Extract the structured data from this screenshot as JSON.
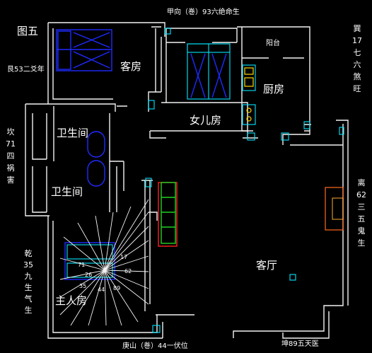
{
  "title": "图五",
  "edges": {
    "top": "甲向（巻）93六绝命生",
    "bottom_left": "庚山（巻）44一伏位",
    "bottom_right": "坤89五天医",
    "left_top": "艮53二爻年",
    "right_top": [
      "巽",
      "17",
      "七",
      "六",
      "煞",
      "旺"
    ],
    "left_mid": [
      "坎",
      "71",
      "四",
      "祸",
      "害"
    ],
    "right_mid": [
      "离",
      "62",
      "三",
      "五",
      "鬼",
      "生"
    ],
    "left_bottom": [
      "乾",
      "35",
      "九",
      "生",
      "气",
      "生"
    ]
  },
  "rooms": {
    "guest_room": "客房",
    "daughter_room": "女儿房",
    "balcony": "阳台",
    "kitchen": "厨房",
    "bath1": "卫生间",
    "bath2": "卫生间",
    "living_room": "客厅",
    "master_room": "主人房"
  },
  "stair_numbers": [
    "17",
    "71",
    "62",
    "26",
    "35",
    "44",
    "89"
  ],
  "colors": {
    "background": "#000000",
    "walls": "#f2f2f2",
    "fixtures": "#00e5ff",
    "beds": "#1e2bff",
    "sofa": "#1fd31f",
    "sofa_outline": "#ff2020",
    "fireplace": "#ff6a1a"
  }
}
